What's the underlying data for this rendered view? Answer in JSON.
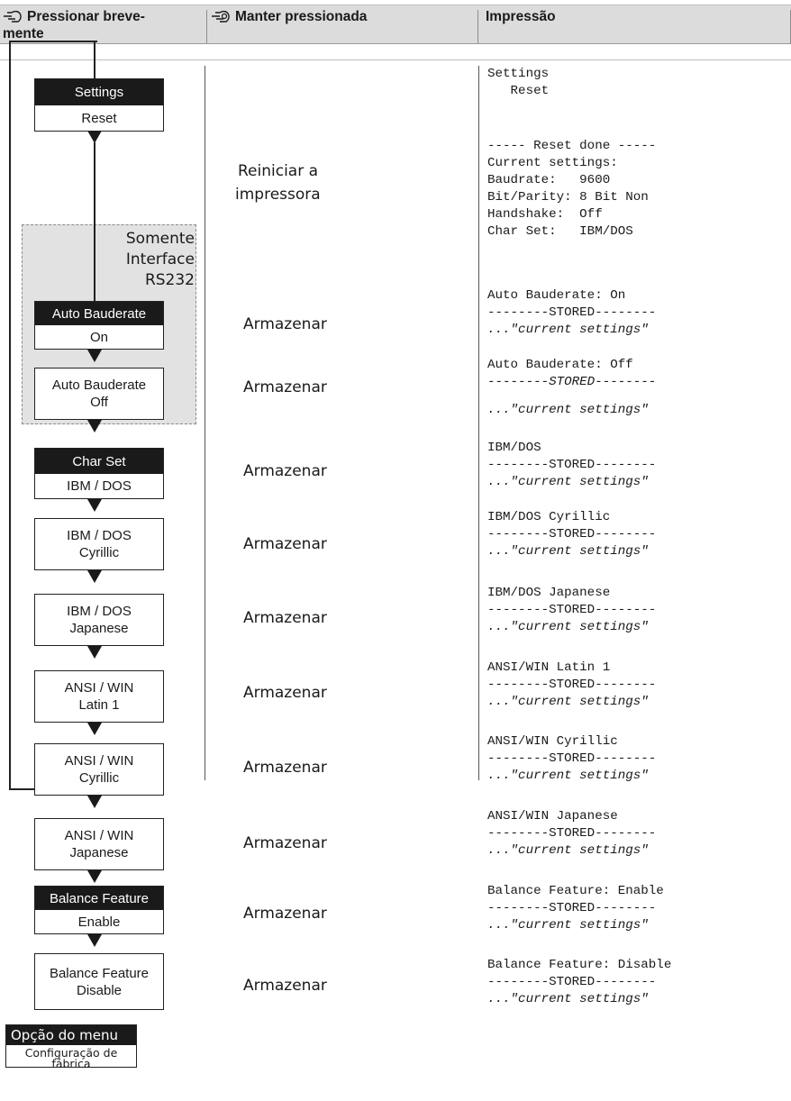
{
  "header": {
    "col1": "Pressionar breve-\nmente",
    "col1_line1": "Pressionar breve-",
    "col1_line2": "mente",
    "col2": "Manter pressionada",
    "col3": "Impressão"
  },
  "icons": {
    "short_press": "hand-tap-icon",
    "long_press": "hand-hold-icon"
  },
  "flow": {
    "settings": {
      "title": "Settings",
      "value": "Reset"
    },
    "rs232_note": [
      "Somente",
      "Interface",
      "RS232"
    ],
    "auto_baud_on": {
      "title": "Auto Bauderate",
      "value": "On"
    },
    "auto_baud_off": [
      "Auto Bauderate",
      "Off"
    ],
    "char_set": {
      "title": "Char Set",
      "value": "IBM / DOS"
    },
    "ibm_cyr": [
      "IBM / DOS",
      "Cyrillic"
    ],
    "ibm_jap": [
      "IBM / DOS",
      "Japanese"
    ],
    "ansi_lat": [
      "ANSI / WIN",
      "Latin 1"
    ],
    "ansi_cyr": [
      "ANSI / WIN",
      "Cyrillic"
    ],
    "ansi_jap": [
      "ANSI / WIN",
      "Japanese"
    ],
    "bal_enable": {
      "title": "Balance Feature",
      "value": "Enable"
    },
    "bal_disable": [
      "Balance Feature",
      "Disable"
    ]
  },
  "actions": {
    "reset_line1": "Reiniciar a",
    "reset_line2": "impressora",
    "store": "Armazenar"
  },
  "printouts": {
    "settings": [
      "Settings",
      "   Reset"
    ],
    "reset": [
      "----- Reset done -----",
      "Current settings:",
      "Baudrate:   9600",
      "Bit/Parity: 8 Bit Non",
      "Handshake:  Off",
      "Char Set:   IBM/DOS"
    ],
    "auto_on": "Auto Bauderate: On",
    "auto_off": "Auto Bauderate: Off",
    "ibm_dos": "IBM/DOS",
    "ibm_cyr": "IBM/DOS Cyrillic",
    "ibm_jap": "IBM/DOS Japanese",
    "ansi_lat": "ANSI/WIN Latin 1",
    "ansi_cyr": "ANSI/WIN Cyrillic",
    "ansi_jap": "ANSI/WIN Japanese",
    "bal_en": "Balance Feature: Enable",
    "bal_dis": "Balance Feature: Disable",
    "stored": "--------STORED--------",
    "current": "...\"current settings\""
  },
  "legend": {
    "title": "Opção do menu",
    "value": "Configuração de fábrica"
  }
}
